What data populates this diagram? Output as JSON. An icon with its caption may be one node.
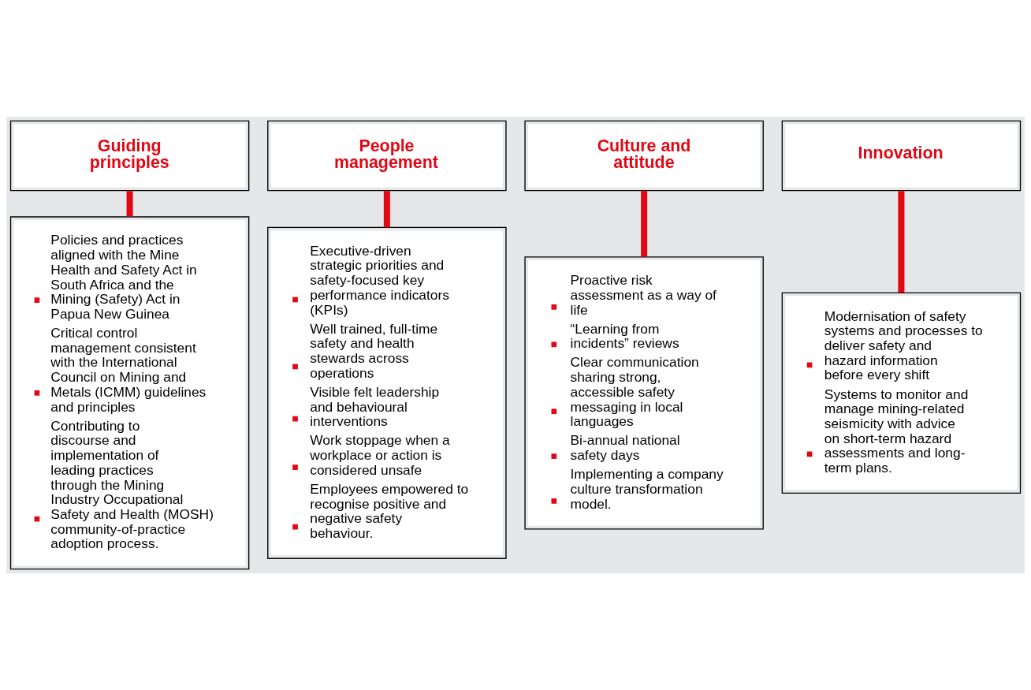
{
  "diagram": {
    "nodes": [
      {
        "text": [
          "Guiding principles"
        ]
      },
      {
        "text": [
          "People management"
        ]
      },
      {
        "text": [
          "Culture and attitude"
        ]
      },
      {
        "text": [
          "Innovation"
        ]
      },
      {
        "text": [
          "Policies and practices aligned with the Mine Health and Safety Act in South Africa and the Mining (Safety) Act in Papua New Guinea",
          "Critical control management consistent with the International Council on Mining and Metals (ICMM) guidelines and principles",
          "Contributing to discourse and implementation of leading practices through the Mining Industry Occupational Safety and Health (MOSH) community-of-practice adoption process."
        ]
      },
      {
        "text": [
          "Executive-driven strategic priorities and safety-focused key performance indicators (KPIs)",
          "Well trained, full-time safety and health stewards across operations",
          "Visible felt leadership and behavioural interventions",
          "Work stoppage when a workplace or action is considered unsafe",
          "Employees empowered to recognise positive and negative safety behaviour."
        ]
      },
      {
        "text": [
          "Proactive risk assessment as a way of life",
          "“Learning from incidents” reviews",
          "Clear communication sharing strong, accessible safety messaging in local languages",
          "Bi-annual national safety days",
          "Implementing a company culture transformation model."
        ]
      },
      {
        "text": [
          "Modernisation of safety systems and processes to deliver safety and hazard information before every shift",
          "Systems to monitor and manage mining-related seismicity with advice on short-term hazard assessments and long-term plans."
        ]
      }
    ],
    "edges": [
      {
        "from": 0,
        "to": 4,
        "arrow": "none"
      },
      {
        "from": 1,
        "to": 5,
        "arrow": "none"
      },
      {
        "from": 2,
        "to": 6,
        "arrow": "none"
      },
      {
        "from": 3,
        "to": 7,
        "arrow": "none"
      }
    ]
  }
}
